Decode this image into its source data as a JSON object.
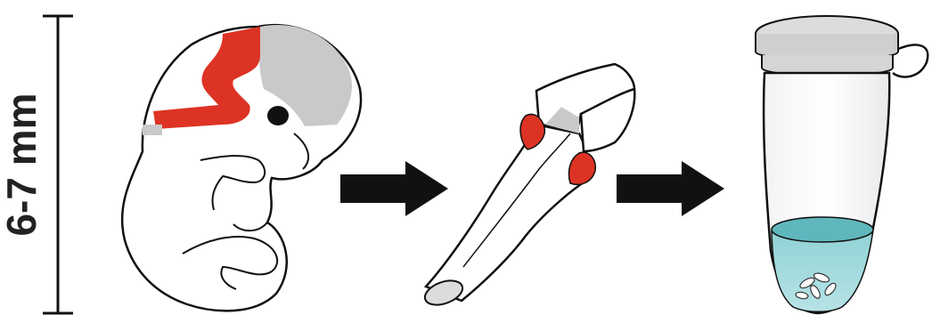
{
  "scale_bar": {
    "label": "6-7 mm"
  },
  "panels": [
    {
      "name": "embryo",
      "icon": "embryo-icon",
      "highlight_color": "#dd3324",
      "secondary_color": "#c9c9c9"
    },
    {
      "name": "dissected-tissue",
      "icon": "tissue-icon",
      "highlight_color": "#dd3324"
    },
    {
      "name": "collection-tube",
      "icon": "microcentrifuge-tube-icon",
      "liquid_color": "#7ec8cc"
    }
  ],
  "arrows": [
    {
      "icon": "right-arrow-icon"
    },
    {
      "icon": "right-arrow-icon"
    }
  ],
  "colors": {
    "line": "#111111",
    "red": "#dd3324",
    "gray": "#c9c9c9",
    "liquid": "#7ec8cc",
    "liquid_top": "#5fb7bd"
  }
}
